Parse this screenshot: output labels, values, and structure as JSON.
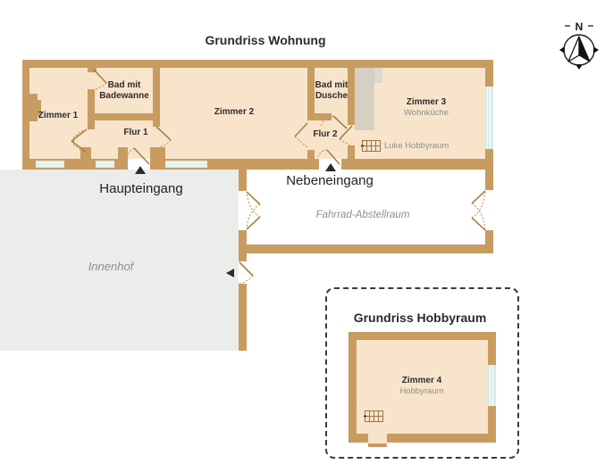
{
  "labels": {
    "title": "Grundriss Wohnung",
    "compass_north": "N"
  },
  "rooms": {
    "zimmer1": "Zimmer 1",
    "bad_badewanne_l1": "Bad mit",
    "bad_badewanne_l2": "Badewanne",
    "flur1": "Flur 1",
    "zimmer2": "Zimmer 2",
    "bad_dusche_l1": "Bad mit",
    "bad_dusche_l2": "Dusche",
    "flur2": "Flur 2",
    "zimmer3": "Zimmer 3",
    "zimmer3_sub": "Wohnküche",
    "luke": "Luke Hobbyraum",
    "zimmer4": "Zimmer 4",
    "zimmer4_sub": "Hobbyraum"
  },
  "areas": {
    "haupteingang": "Haupteingang",
    "nebeneingang": "Nebeneingang",
    "fahrrad": "Fahrrad-Abstellraum",
    "innenhof": "Innenhof"
  },
  "hobby": {
    "title": "Grundriss Hobbyraum"
  },
  "palette": {
    "wall": "#c89c60",
    "room": "#f8e4cb",
    "window": "#d7ecef",
    "court": "#ececea",
    "chimney": "#d6cfc3",
    "chimneyLight": "#ded8ce",
    "ink": "#2d2d2d",
    "inkSoft": "#8e8e8e",
    "leaf": "#a87f48",
    "swing": "#c09659"
  }
}
